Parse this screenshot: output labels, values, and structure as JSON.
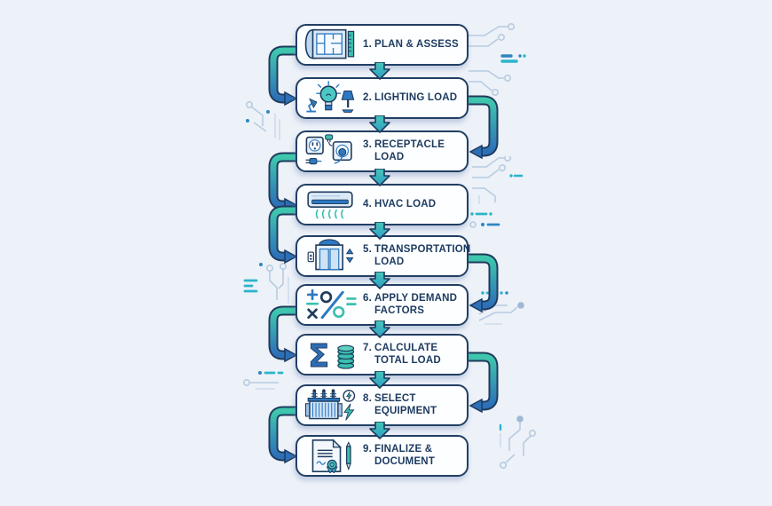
{
  "flowchart": {
    "flow": "vertical-top-to-bottom",
    "background_color": "#edf1f8",
    "box_border_color": "#223f63",
    "text_color": "#1c3a5f",
    "accent_teal": "#3bbfae",
    "accent_blue": "#2e79c2",
    "arrow_cyan": "#35afc4",
    "steps": [
      {
        "number": "1.",
        "label": "PLAN & ASSESS",
        "icon": "floor-plan-icon"
      },
      {
        "number": "2.",
        "label": "LIGHTING LOAD",
        "icon": "lighting-icon"
      },
      {
        "number": "3.",
        "label": "RECEPTACLE LOAD",
        "icon": "receptacle-icon"
      },
      {
        "number": "4.",
        "label": "HVAC LOAD",
        "icon": "hvac-icon"
      },
      {
        "number": "5.",
        "label": "TRANSPORTATION LOAD",
        "icon": "elevator-icon"
      },
      {
        "number": "6.",
        "label": "APPLY DEMAND FACTORS",
        "icon": "percent-math-icon"
      },
      {
        "number": "7.",
        "label": "CALCULATE TOTAL LOAD",
        "icon": "sigma-coins-icon"
      },
      {
        "number": "8.",
        "label": "SELECT EQUIPMENT",
        "icon": "transformer-icon"
      },
      {
        "number": "9.",
        "label": "FINALIZE & DOCUMENT",
        "icon": "document-seal-icon"
      }
    ]
  }
}
